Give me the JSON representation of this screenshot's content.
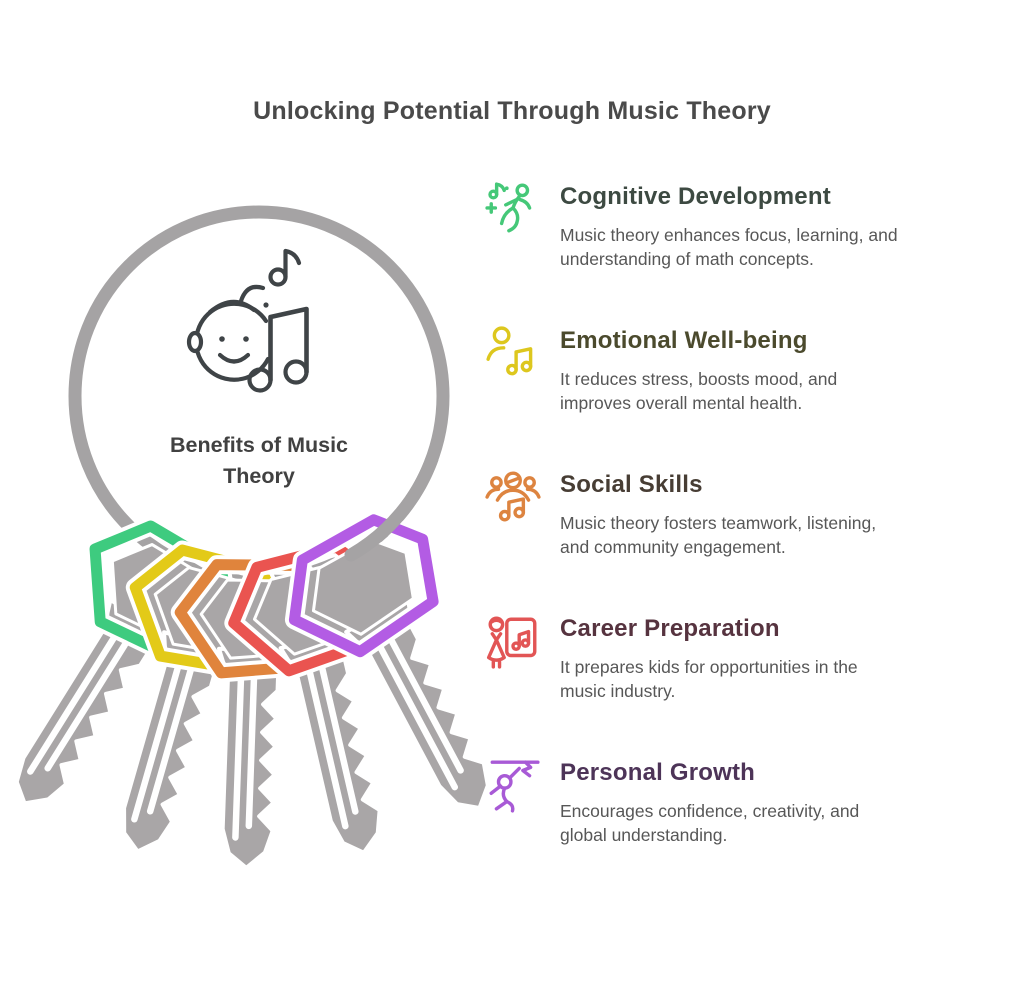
{
  "page": {
    "title": "Unlocking Potential Through Music Theory",
    "background": "#ffffff"
  },
  "keyring": {
    "label": "Benefits of Music\nTheory",
    "ring_color": "#a5a3a4",
    "key_metal_color": "#a9a6a7",
    "face_line_color": "#3f4447",
    "key_colors": [
      "#3ecb7f",
      "#e3ca18",
      "#e0843c",
      "#ea5450",
      "#b35ce4"
    ],
    "center_icon": "baby-face-with-music-notes-icon"
  },
  "benefits": [
    {
      "title": "Cognitive Development",
      "description": "Music theory enhances focus, learning, and\nunderstanding of math concepts.",
      "icon": "running-child-with-music-note-icon",
      "accent": "#45c878",
      "title_color": "#3d4a42"
    },
    {
      "title": "Emotional Well-being",
      "description": "It reduces stress, boosts mood, and\nimproves overall mental health.",
      "icon": "person-with-music-notes-icon",
      "accent": "#ddc71e",
      "title_color": "#4b4a2d"
    },
    {
      "title": "Social Skills",
      "description": "Music theory fosters teamwork, listening,\nand community engagement.",
      "icon": "group-with-music-note-icon",
      "accent": "#dd8440",
      "title_color": "#473d34"
    },
    {
      "title": "Career Preparation",
      "description": "It prepares kids for opportunities in the\nmusic industry.",
      "icon": "presenter-with-music-board-icon",
      "accent": "#e25555",
      "title_color": "#56333f"
    },
    {
      "title": "Personal Growth",
      "description": "Encourages confidence, creativity, and\nglobal understanding.",
      "icon": "person-climbing-ledge-icon",
      "accent": "#a85ad6",
      "title_color": "#4d3458"
    }
  ]
}
